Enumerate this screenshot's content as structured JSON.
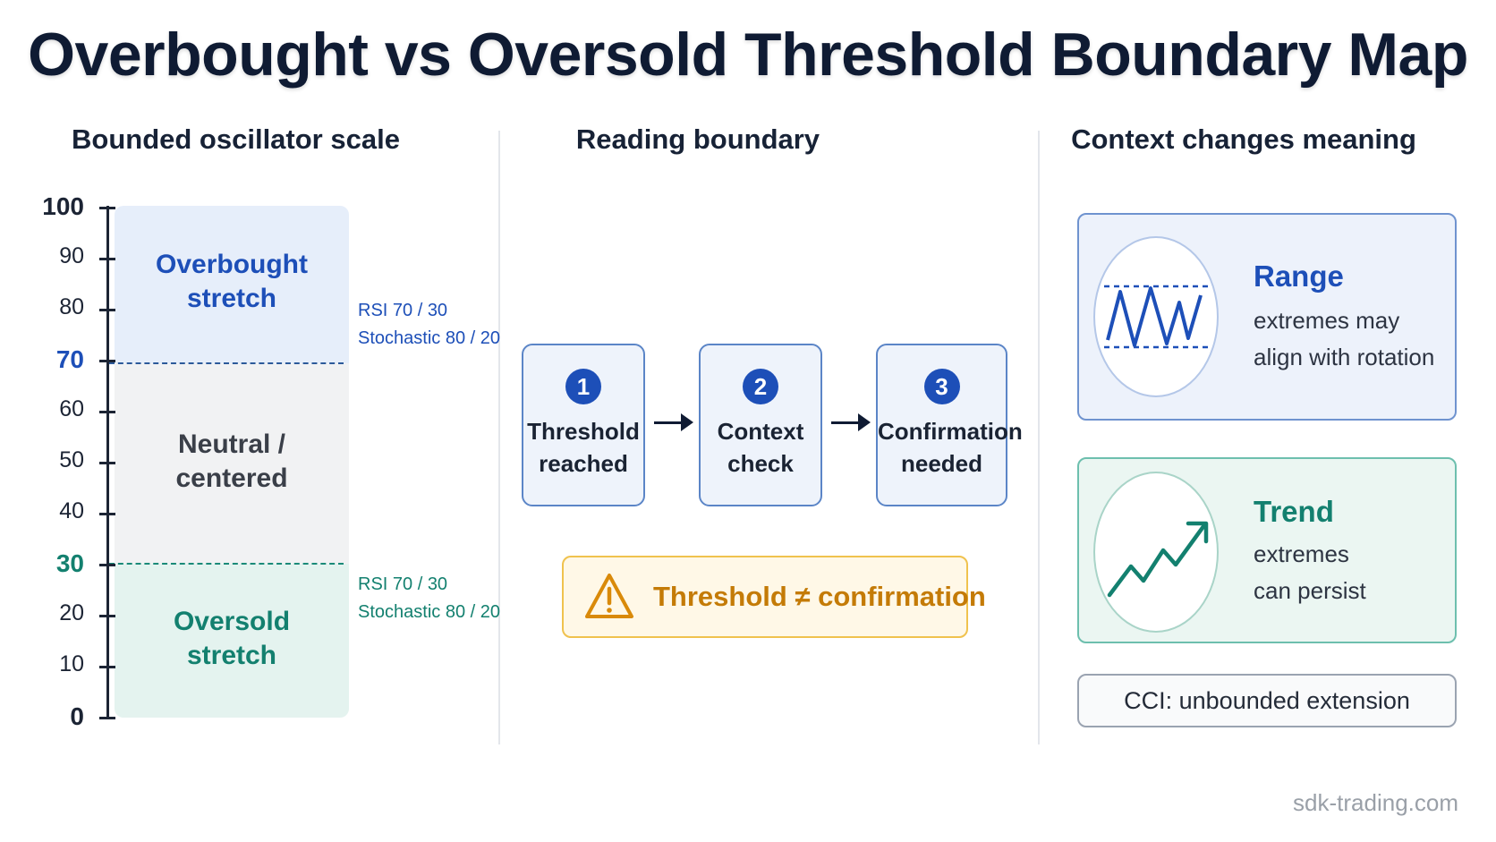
{
  "title": "Overbought vs Oversold Threshold Boundary Map",
  "columns": {
    "left_heading": "Bounded oscillator scale",
    "middle_heading": "Reading boundary",
    "right_heading": "Context changes meaning"
  },
  "scale": {
    "ticks": [
      {
        "value": "100",
        "major": true
      },
      {
        "value": "90",
        "major": false
      },
      {
        "value": "80",
        "major": false
      },
      {
        "value": "70",
        "major": true
      },
      {
        "value": "60",
        "major": false
      },
      {
        "value": "50",
        "major": false
      },
      {
        "value": "40",
        "major": false
      },
      {
        "value": "30",
        "major": true
      },
      {
        "value": "20",
        "major": false
      },
      {
        "value": "10",
        "major": false
      },
      {
        "value": "0",
        "major": true
      }
    ],
    "zones": {
      "overbought": {
        "line1": "Overbought",
        "line2": "stretch",
        "color": "#1d4fb8",
        "range": [
          70,
          100
        ]
      },
      "neutral": {
        "line1": "Neutral /",
        "line2": "centered",
        "color": "#3a3f48",
        "range": [
          30,
          70
        ]
      },
      "oversold": {
        "line1": "Oversold",
        "line2": "stretch",
        "color": "#13806f",
        "range": [
          0,
          30
        ]
      }
    },
    "upper_note": {
      "line1": "RSI 70 / 30",
      "line2": "Stochastic 80 / 20",
      "color": "#1d4fb8"
    },
    "lower_note": {
      "line1": "RSI 70 / 30",
      "line2": "Stochastic 80 / 20",
      "color": "#13806f"
    }
  },
  "flow": {
    "steps": [
      {
        "number": "1",
        "line1": "Threshold",
        "line2": "reached"
      },
      {
        "number": "2",
        "line1": "Context",
        "line2": "check"
      },
      {
        "number": "3",
        "line1": "Confirmation",
        "line2": "needed"
      }
    ],
    "warning": "Threshold ≠ confirmation",
    "warning_icon": "warning-triangle-icon"
  },
  "context": {
    "range": {
      "title": "Range",
      "line1": "extremes may",
      "line2": "align with rotation",
      "icon": "range-oscillation-icon",
      "color": "#1d4fb8"
    },
    "trend": {
      "title": "Trend",
      "line1": "extremes",
      "line2": "can persist",
      "icon": "trend-up-arrow-icon",
      "color": "#13806f"
    },
    "cci_note": "CCI: unbounded extension"
  },
  "footer": "sdk-trading.com"
}
